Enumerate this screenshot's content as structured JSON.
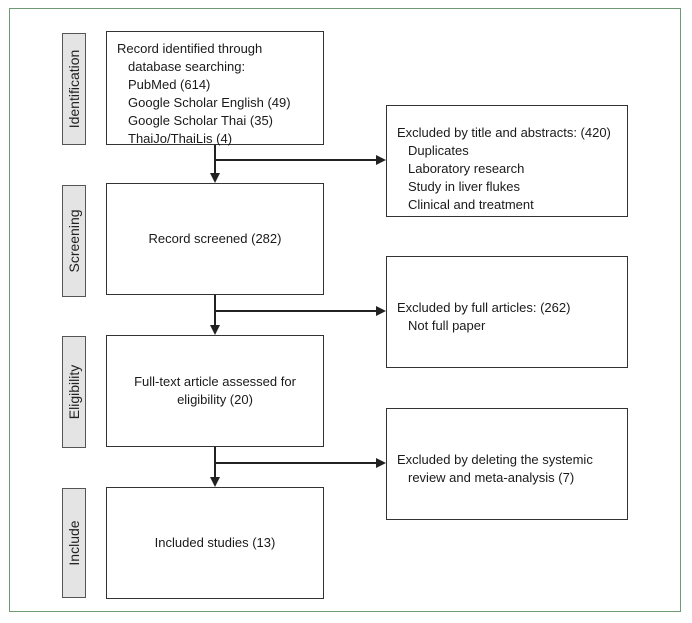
{
  "stages": {
    "identification": "Identification",
    "screening": "Screening",
    "eligibility": "Eligibility",
    "include": "Include"
  },
  "identified": {
    "title": "Record identified through",
    "subtitle": "database searching:",
    "sources": [
      "PubMed (614)",
      "Google Scholar English (49)",
      "Google Scholar Thai (35)",
      "ThaiJo/ThaiLis (4)"
    ]
  },
  "screened": {
    "label": "Record screened (282)"
  },
  "assessed": {
    "line1": "Full-text article assessed for",
    "line2": "eligibility (20)"
  },
  "included": {
    "label": "Included studies (13)"
  },
  "excluded_title_abstract": {
    "title": "Excluded by title and abstracts: (420)",
    "reasons": [
      "Duplicates",
      "Laboratory research",
      "Study in liver flukes",
      "Clinical and treatment"
    ]
  },
  "excluded_full": {
    "title": "Excluded by full articles: (262)",
    "reasons": [
      "Not full paper"
    ]
  },
  "excluded_review": {
    "title": "Excluded by deleting the systemic",
    "line2": "review and meta-analysis (7)"
  }
}
